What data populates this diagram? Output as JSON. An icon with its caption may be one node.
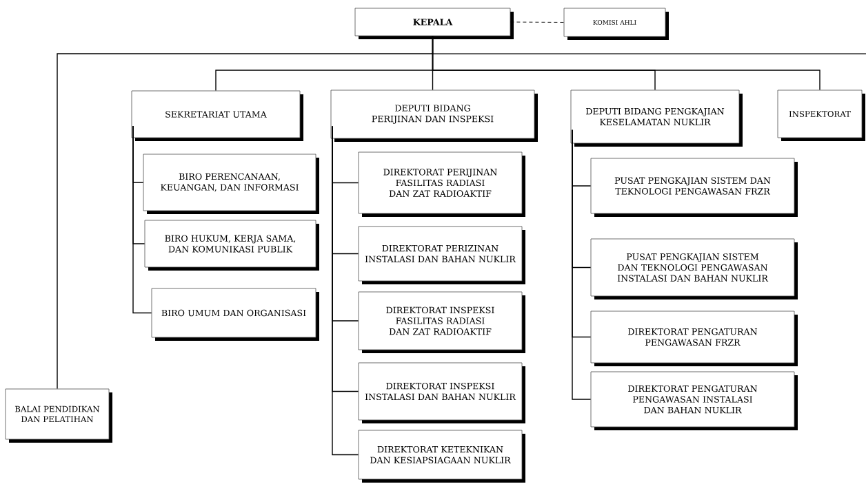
{
  "diagram": {
    "nodes": [
      {
        "text": [
          "KEPALA"
        ]
      },
      {
        "text": [
          "KOMISI AHLI"
        ]
      },
      {
        "text": [
          "SEKRETARIAT UTAMA"
        ]
      },
      {
        "text": [
          "BIRO PERENCANAAN, KEUANGAN, DAN INFORMASI"
        ]
      },
      {
        "text": [
          "BIRO HUKUM, KERJA SAMA, DAN KOMUNIKASI PUBLIK"
        ]
      },
      {
        "text": [
          "BIRO UMUM DAN ORGANISASI"
        ]
      },
      {
        "text": [
          "DEPUTI BIDANG PERIJINAN DAN INSPEKSI"
        ]
      },
      {
        "text": [
          "DIREKTORAT PERIJINAN FASILITAS RADIASI DAN ZAT RADIOAKTIF"
        ]
      },
      {
        "text": [
          "DIREKTORAT PERIZINAN INSTALASI DAN BAHAN NUKLIR"
        ]
      },
      {
        "text": [
          "DIREKTORAT INSPEKSI FASILITAS RADIASI DAN ZAT RADIOAKTIF"
        ]
      },
      {
        "text": [
          "DIREKTORAT INSPEKSI INSTALASI DAN BAHAN NUKLIR"
        ]
      },
      {
        "text": [
          "DIREKTORAT KETEKNIKAN DAN KESIAPSIAGAAN NUKLIR"
        ]
      },
      {
        "text": [
          "DEPUTI BIDANG PENGKAJIAN KESELAMATAN NUKLIR"
        ]
      },
      {
        "text": [
          "PUSAT PENGKAJIAN SISTEM DAN TEKNOLOGI PENGAWASAN FRZR"
        ]
      },
      {
        "text": [
          "PUSAT PENGKAJIAN SISTEM DAN TEKNOLOGI PENGAWASAN INSTALASI DAN BAHAN NUKLIR"
        ]
      },
      {
        "text": [
          "DIREKTORAT PENGATURAN PENGAWASAN FRZR"
        ]
      },
      {
        "text": [
          "DIREKTORAT PENGATURAN PENGAWASAN INSTALASI DAN BAHAN NUKLIR"
        ]
      },
      {
        "text": [
          "INSPEKTORAT"
        ]
      },
      {
        "text": [
          "BALAI PENDIDIKAN DAN PELATIHAN"
        ]
      }
    ],
    "edges": [
      {
        "from": 0,
        "to": 1,
        "arrow": "none",
        "style": "dashed"
      },
      {
        "from": 0,
        "to": 18,
        "arrow": "none"
      },
      {
        "from": 0,
        "to": 2,
        "arrow": "none"
      },
      {
        "from": 0,
        "to": 6,
        "arrow": "none"
      },
      {
        "from": 0,
        "to": 12,
        "arrow": "none"
      },
      {
        "from": 0,
        "to": 17,
        "arrow": "none"
      },
      {
        "from": 2,
        "to": 3,
        "arrow": "none"
      },
      {
        "from": 2,
        "to": 4,
        "arrow": "none"
      },
      {
        "from": 2,
        "to": 5,
        "arrow": "none"
      },
      {
        "from": 6,
        "to": 7,
        "arrow": "none"
      },
      {
        "from": 6,
        "to": 8,
        "arrow": "none"
      },
      {
        "from": 6,
        "to": 9,
        "arrow": "none"
      },
      {
        "from": 6,
        "to": 10,
        "arrow": "none"
      },
      {
        "from": 6,
        "to": 11,
        "arrow": "none"
      },
      {
        "from": 12,
        "to": 13,
        "arrow": "none"
      },
      {
        "from": 12,
        "to": 14,
        "arrow": "none"
      },
      {
        "from": 12,
        "to": 15,
        "arrow": "none"
      },
      {
        "from": 12,
        "to": 16,
        "arrow": "none"
      }
    ]
  }
}
